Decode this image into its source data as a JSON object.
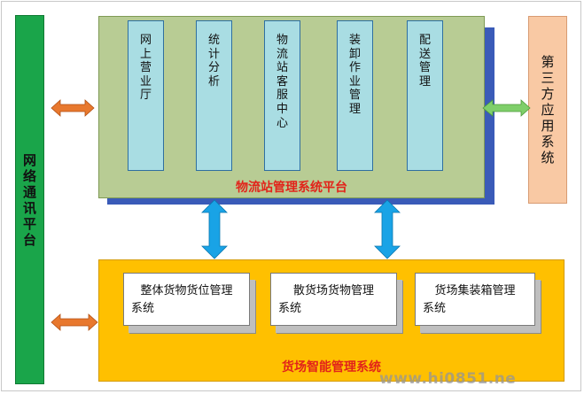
{
  "network": {
    "label": [
      "网",
      "络",
      "通",
      "讯",
      "平",
      "台"
    ]
  },
  "platform": {
    "title": "物流站管理系统平台",
    "modules": [
      {
        "id": "online-hall",
        "label": [
          "网",
          "上",
          "营",
          "业",
          "厅"
        ]
      },
      {
        "id": "statistics",
        "label": [
          "统",
          "计",
          "分",
          "析"
        ]
      },
      {
        "id": "service-center",
        "label": [
          "物",
          "流",
          "站",
          "客",
          "服",
          "中",
          "心"
        ]
      },
      {
        "id": "loading-management",
        "label": [
          "装",
          "卸",
          "作",
          "业",
          "管",
          "理"
        ]
      },
      {
        "id": "delivery-management",
        "label": [
          "配",
          "送",
          "管",
          "理"
        ]
      }
    ]
  },
  "third_party": {
    "label": [
      "第",
      "三",
      "方",
      "应",
      "用",
      "系",
      "统"
    ]
  },
  "yard": {
    "title": "货场智能管理系统",
    "subsystems": [
      {
        "id": "whole-cargo",
        "line1": "整体货物货位管理",
        "line2": "系统"
      },
      {
        "id": "bulk-cargo",
        "line1": "散货场货物管理",
        "line2": "系统"
      },
      {
        "id": "container",
        "line1": "货场集装箱管理",
        "line2": "系统"
      }
    ]
  },
  "watermark": "www.hi0851.ne",
  "colors": {
    "orange_arrow": "#e8782e",
    "green_arrow": "#7fcf6a",
    "blue_arrow": "#19a3e6"
  }
}
